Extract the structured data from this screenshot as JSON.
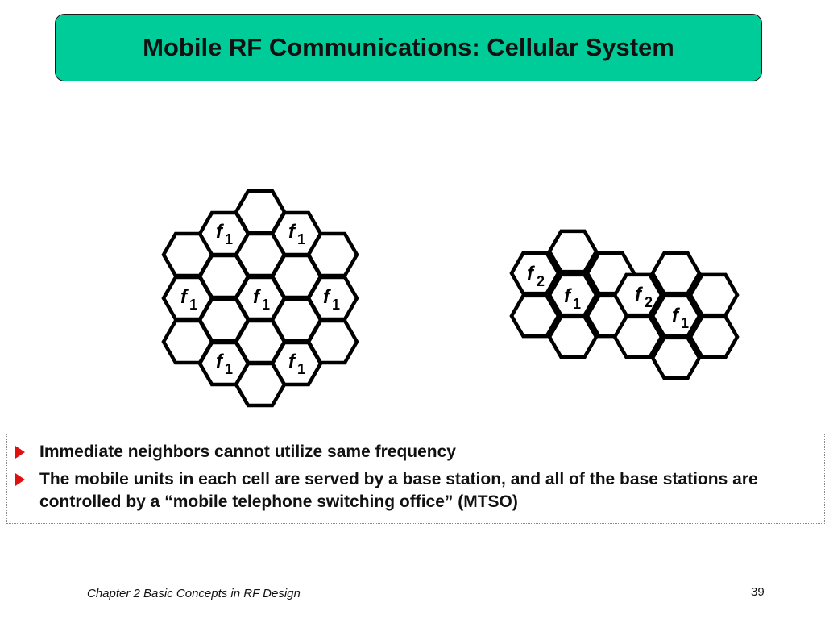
{
  "title": "Mobile RF Communications: Cellular System",
  "colors": {
    "title_background": "#00cc99",
    "bullet_marker": "#e01010"
  },
  "left_cluster": {
    "labels": [
      {
        "main": "f",
        "sub": "1"
      },
      {
        "main": "f",
        "sub": "1"
      },
      {
        "main": "f",
        "sub": "1"
      },
      {
        "main": "f",
        "sub": "1"
      },
      {
        "main": "f",
        "sub": "1"
      },
      {
        "main": "f",
        "sub": "1"
      },
      {
        "main": "f",
        "sub": "1"
      }
    ]
  },
  "right_cluster": {
    "labels": [
      {
        "main": "f",
        "sub": "2"
      },
      {
        "main": "f",
        "sub": "1"
      },
      {
        "main": "f",
        "sub": "2"
      },
      {
        "main": "f",
        "sub": "1"
      }
    ]
  },
  "bullets": [
    "Immediate neighbors cannot utilize same frequency",
    "The mobile units in each cell are served by a base station, and all of the base stations are controlled by a “mobile telephone switching office” (MTSO)"
  ],
  "footer": {
    "left": "Chapter 2 Basic Concepts in RF Design",
    "page_number": "39"
  }
}
